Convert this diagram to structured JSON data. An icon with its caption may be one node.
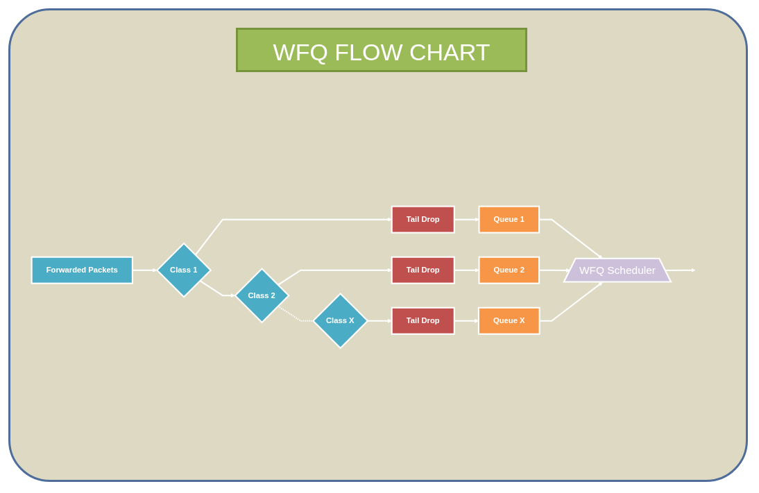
{
  "diagram": {
    "title": "WFQ FLOW CHART",
    "nodes": [
      {
        "text": [
          "Forwarded Packets"
        ]
      },
      {
        "text": [
          "Class 1"
        ]
      },
      {
        "text": [
          "Class 2"
        ]
      },
      {
        "text": [
          "Class X"
        ]
      },
      {
        "text": [
          "Tail Drop"
        ]
      },
      {
        "text": [
          "Queue 1"
        ]
      },
      {
        "text": [
          "Tail Drop"
        ]
      },
      {
        "text": [
          "Queue 2"
        ]
      },
      {
        "text": [
          "Tail Drop"
        ]
      },
      {
        "text": [
          "Queue X"
        ]
      },
      {
        "text": [
          "WFQ Scheduler"
        ]
      }
    ],
    "edges": [
      {
        "from": 0,
        "to": 1,
        "arrow": "to"
      },
      {
        "from": 1,
        "to": 2,
        "arrow": "to"
      },
      {
        "from": 2,
        "to": 3,
        "arrow": "none",
        "style": "dashed"
      },
      {
        "from": 1,
        "to": 4,
        "arrow": "to"
      },
      {
        "from": 4,
        "to": 5,
        "arrow": "to"
      },
      {
        "from": 5,
        "to": 10,
        "arrow": "to"
      },
      {
        "from": 2,
        "to": 6,
        "arrow": "to"
      },
      {
        "from": 6,
        "to": 7,
        "arrow": "to"
      },
      {
        "from": 7,
        "to": 10,
        "arrow": "to"
      },
      {
        "from": 3,
        "to": 8,
        "arrow": "to"
      },
      {
        "from": 8,
        "to": 9,
        "arrow": "to"
      },
      {
        "from": 9,
        "to": 10,
        "arrow": "to"
      },
      {
        "from": 10,
        "to": null,
        "arrow": "to"
      }
    ]
  }
}
